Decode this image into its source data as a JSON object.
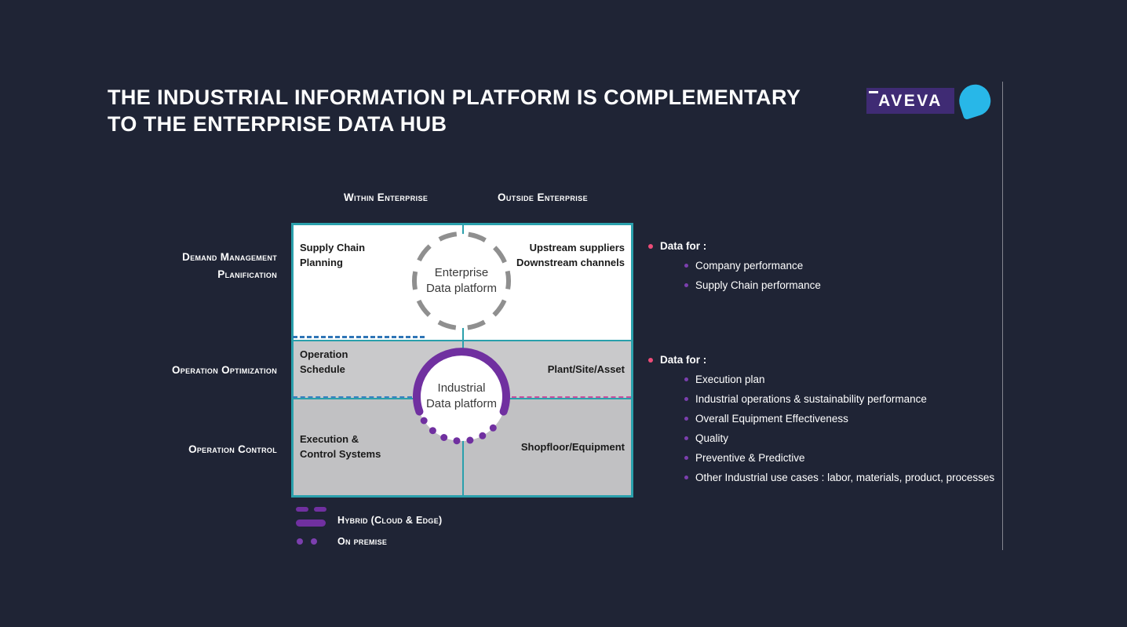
{
  "slide": {
    "title": "THE INDUSTRIAL INFORMATION  PLATFORM IS COMPLEMENTARY\nTO THE ENTERPRISE DATA HUB",
    "logo_text": "AVEVA"
  },
  "columns": {
    "within": "Within Enterprise",
    "outside": "Outside Enterprise"
  },
  "rows": {
    "demand": "Demand Management\nPlanification",
    "optimization": "Operation Optimization",
    "control": "Operation Control"
  },
  "cells": {
    "supply_chain": "Supply Chain\nPlanning",
    "upstream": "Upstream suppliers\nDownstream channels",
    "schedule": "Operation\nSchedule",
    "plant": "Plant/Site/Asset",
    "execution": "Execution &\nControl Systems",
    "shopfloor": "Shopfloor/Equipment"
  },
  "platforms": {
    "enterprise": "Enterprise\nData platform",
    "industrial": "Industrial\nData platform"
  },
  "annotations": {
    "enterprise": {
      "title": "Data for :",
      "items": [
        "Company performance",
        "Supply Chain performance"
      ]
    },
    "industrial": {
      "title": "Data for :",
      "items": [
        "Execution plan",
        "Industrial operations  & sustainability performance",
        "Overall  Equipment Effectiveness",
        "Quality",
        "Preventive & Predictive",
        "Other Industrial use cases : labor, materials, product, processes"
      ]
    }
  },
  "legend": {
    "hybrid": "Hybrid (Cloud & Edge)",
    "on_premise": "On premise"
  },
  "colors": {
    "background": "#1f2435",
    "grid_border_teal": "#2aa0ac",
    "platform_purple": "#7030a0",
    "bullet_pink": "#ed4c78",
    "dashed_blue": "#2e75b6",
    "dashed_pink": "#c94f9e",
    "logo_purple": "#3f2b74",
    "logo_teal": "#28b7e8",
    "row_gray_1": "#c9c9cb",
    "row_gray_2": "#c1c1c3"
  }
}
